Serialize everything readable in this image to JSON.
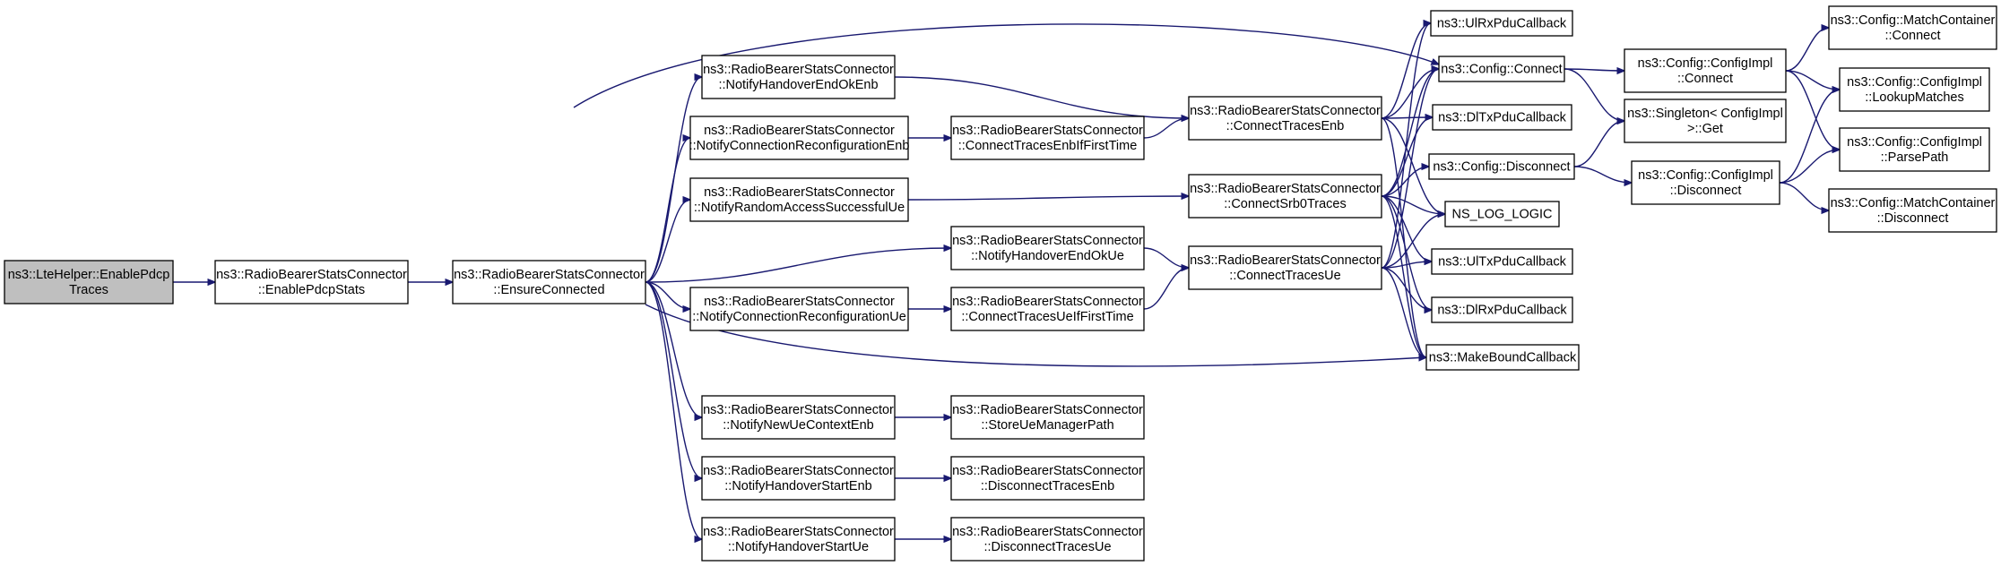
{
  "nodes": [
    {
      "id": "n1",
      "lines": [
        "ns3::LteHelper::EnablePdcp",
        "Traces"
      ],
      "root": true
    },
    {
      "id": "n2",
      "lines": [
        "ns3::RadioBearerStatsConnector",
        "::EnablePdcpStats"
      ]
    },
    {
      "id": "n3",
      "lines": [
        "ns3::RadioBearerStatsConnector",
        "::EnsureConnected"
      ]
    },
    {
      "id": "n4",
      "lines": [
        "ns3::RadioBearerStatsConnector",
        "::NotifyHandoverEndOkEnb"
      ]
    },
    {
      "id": "n5",
      "lines": [
        "ns3::RadioBearerStatsConnector",
        "::NotifyConnectionReconfigurationEnb"
      ]
    },
    {
      "id": "n6",
      "lines": [
        "ns3::RadioBearerStatsConnector",
        "::NotifyRandomAccessSuccessfulUe"
      ]
    },
    {
      "id": "n7",
      "lines": [
        "ns3::RadioBearerStatsConnector",
        "::NotifyHandoverEndOkUe"
      ]
    },
    {
      "id": "n8",
      "lines": [
        "ns3::RadioBearerStatsConnector",
        "::NotifyConnectionReconfigurationUe"
      ]
    },
    {
      "id": "n9",
      "lines": [
        "ns3::RadioBearerStatsConnector",
        "::NotifyNewUeContextEnb"
      ]
    },
    {
      "id": "n10",
      "lines": [
        "ns3::RadioBearerStatsConnector",
        "::NotifyHandoverStartEnb"
      ]
    },
    {
      "id": "n11",
      "lines": [
        "ns3::RadioBearerStatsConnector",
        "::NotifyHandoverStartUe"
      ]
    },
    {
      "id": "n12",
      "lines": [
        "ns3::RadioBearerStatsConnector",
        "::ConnectTracesEnbIfFirstTime"
      ]
    },
    {
      "id": "n13",
      "lines": [
        "ns3::RadioBearerStatsConnector",
        "::ConnectTracesUeIfFirstTime"
      ]
    },
    {
      "id": "n14",
      "lines": [
        "ns3::RadioBearerStatsConnector",
        "::StoreUeManagerPath"
      ]
    },
    {
      "id": "n15",
      "lines": [
        "ns3::RadioBearerStatsConnector",
        "::DisconnectTracesEnb"
      ]
    },
    {
      "id": "n16",
      "lines": [
        "ns3::RadioBearerStatsConnector",
        "::DisconnectTracesUe"
      ]
    },
    {
      "id": "n17",
      "lines": [
        "ns3::RadioBearerStatsConnector",
        "::ConnectTracesEnb"
      ]
    },
    {
      "id": "n18",
      "lines": [
        "ns3::RadioBearerStatsConnector",
        "::ConnectSrb0Traces"
      ]
    },
    {
      "id": "n19",
      "lines": [
        "ns3::RadioBearerStatsConnector",
        "::ConnectTracesUe"
      ]
    },
    {
      "id": "n20",
      "lines": [
        "ns3::UlRxPduCallback"
      ]
    },
    {
      "id": "n21",
      "lines": [
        "ns3::Config::Connect"
      ]
    },
    {
      "id": "n22",
      "lines": [
        "ns3::DlTxPduCallback"
      ]
    },
    {
      "id": "n23",
      "lines": [
        "ns3::Config::Disconnect"
      ]
    },
    {
      "id": "n24",
      "lines": [
        "NS_LOG_LOGIC"
      ]
    },
    {
      "id": "n25",
      "lines": [
        "ns3::UlTxPduCallback"
      ]
    },
    {
      "id": "n26",
      "lines": [
        "ns3::DlRxPduCallback"
      ]
    },
    {
      "id": "n27",
      "lines": [
        "ns3::MakeBoundCallback"
      ]
    },
    {
      "id": "n28",
      "lines": [
        "ns3::Config::ConfigImpl",
        "::Connect"
      ]
    },
    {
      "id": "n29",
      "lines": [
        "ns3::Singleton< ConfigImpl",
        " >::Get"
      ]
    },
    {
      "id": "n30",
      "lines": [
        "ns3::Config::ConfigImpl",
        "::Disconnect"
      ]
    },
    {
      "id": "n31",
      "lines": [
        "ns3::Config::MatchContainer",
        "::Connect"
      ]
    },
    {
      "id": "n32",
      "lines": [
        "ns3::Config::ConfigImpl",
        "::LookupMatches"
      ]
    },
    {
      "id": "n33",
      "lines": [
        "ns3::Config::ConfigImpl",
        "::ParsePath"
      ]
    },
    {
      "id": "n34",
      "lines": [
        "ns3::Config::MatchContainer",
        "::Disconnect"
      ]
    }
  ],
  "edges": [
    [
      "n1",
      "n2"
    ],
    [
      "n2",
      "n3"
    ],
    [
      "n3",
      "n21"
    ],
    [
      "n3",
      "n4"
    ],
    [
      "n3",
      "n5"
    ],
    [
      "n3",
      "n6"
    ],
    [
      "n3",
      "n7"
    ],
    [
      "n3",
      "n8"
    ],
    [
      "n3",
      "n27"
    ],
    [
      "n3",
      "n9"
    ],
    [
      "n3",
      "n10"
    ],
    [
      "n3",
      "n11"
    ],
    [
      "n4",
      "n17"
    ],
    [
      "n5",
      "n12"
    ],
    [
      "n12",
      "n17"
    ],
    [
      "n6",
      "n18"
    ],
    [
      "n7",
      "n19"
    ],
    [
      "n8",
      "n13"
    ],
    [
      "n13",
      "n19"
    ],
    [
      "n9",
      "n14"
    ],
    [
      "n10",
      "n15"
    ],
    [
      "n11",
      "n16"
    ],
    [
      "n17",
      "n20"
    ],
    [
      "n17",
      "n21"
    ],
    [
      "n17",
      "n22"
    ],
    [
      "n17",
      "n24"
    ],
    [
      "n17",
      "n27"
    ],
    [
      "n18",
      "n21"
    ],
    [
      "n18",
      "n22"
    ],
    [
      "n18",
      "n23"
    ],
    [
      "n18",
      "n24"
    ],
    [
      "n18",
      "n25"
    ],
    [
      "n18",
      "n26"
    ],
    [
      "n18",
      "n27"
    ],
    [
      "n19",
      "n20"
    ],
    [
      "n19",
      "n21"
    ],
    [
      "n19",
      "n24"
    ],
    [
      "n19",
      "n25"
    ],
    [
      "n19",
      "n26"
    ],
    [
      "n19",
      "n27"
    ],
    [
      "n21",
      "n28"
    ],
    [
      "n21",
      "n29"
    ],
    [
      "n23",
      "n29"
    ],
    [
      "n23",
      "n30"
    ],
    [
      "n28",
      "n31"
    ],
    [
      "n28",
      "n32"
    ],
    [
      "n28",
      "n33"
    ],
    [
      "n30",
      "n32"
    ],
    [
      "n30",
      "n33"
    ],
    [
      "n30",
      "n34"
    ]
  ],
  "colors": {
    "edge": "#191970",
    "node_fill": "#ffffff",
    "root_fill": "#bfbfbf",
    "border": "#000000"
  }
}
